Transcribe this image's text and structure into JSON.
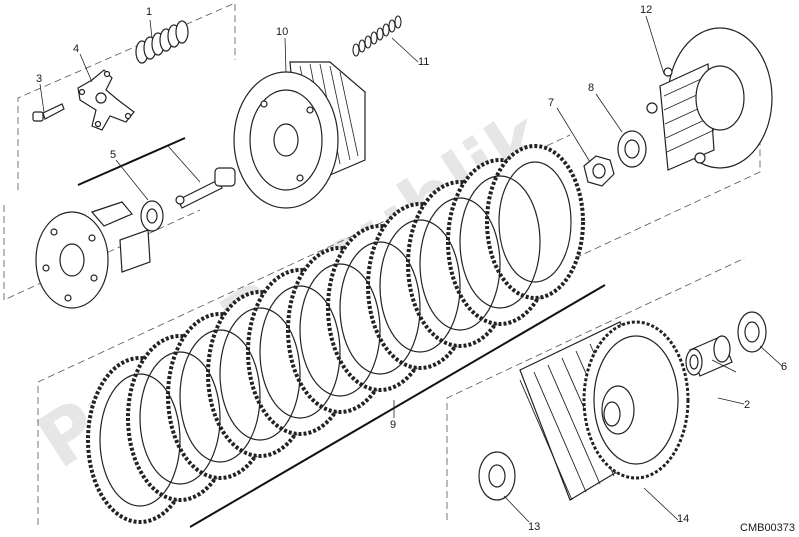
{
  "watermark": "PartsRepublik",
  "drawing_code": "CMB00373",
  "callouts": [
    {
      "id": "c1",
      "text": "1"
    },
    {
      "id": "c2",
      "text": "2"
    },
    {
      "id": "c3",
      "text": "3"
    },
    {
      "id": "c4",
      "text": "4"
    },
    {
      "id": "c5",
      "text": "5"
    },
    {
      "id": "c6",
      "text": "6"
    },
    {
      "id": "c7",
      "text": "7"
    },
    {
      "id": "c8",
      "text": "8"
    },
    {
      "id": "c9",
      "text": "9"
    },
    {
      "id": "c10",
      "text": "10"
    },
    {
      "id": "c11",
      "text": "11"
    },
    {
      "id": "c12",
      "text": "12"
    },
    {
      "id": "c13",
      "text": "13"
    },
    {
      "id": "c14",
      "text": "14"
    }
  ]
}
